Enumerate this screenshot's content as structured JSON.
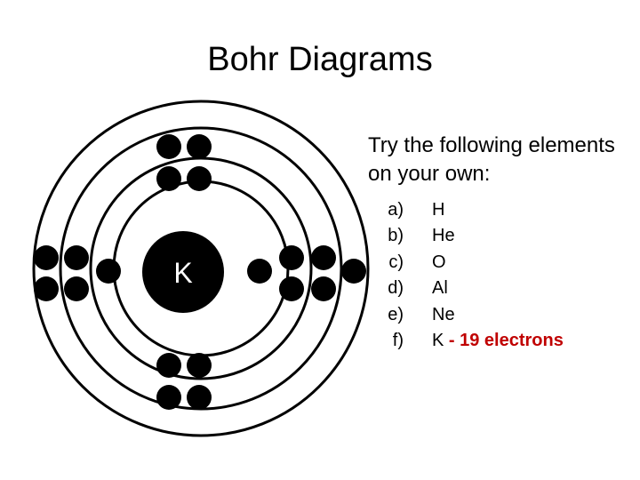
{
  "title": "Bohr Diagrams",
  "diagram": {
    "nucleus_label": "K",
    "electron_count": 19,
    "shell_electrons": [
      2,
      8,
      8,
      1
    ],
    "colors": {
      "electron": "#000000",
      "ring": "#000000",
      "nucleus_text": "#ffffff"
    }
  },
  "instructions": "Try the following elements on your own:",
  "elements": [
    {
      "marker": "a)",
      "text": "H",
      "highlight": ""
    },
    {
      "marker": "b)",
      "text": "He",
      "highlight": ""
    },
    {
      "marker": "c)",
      "text": "O",
      "highlight": ""
    },
    {
      "marker": "d)",
      "text": "Al",
      "highlight": ""
    },
    {
      "marker": "e)",
      "text": "Ne",
      "highlight": ""
    },
    {
      "marker": "f)",
      "text": "K",
      "highlight": " - 19 electrons"
    }
  ],
  "highlight_color": "#c00000"
}
